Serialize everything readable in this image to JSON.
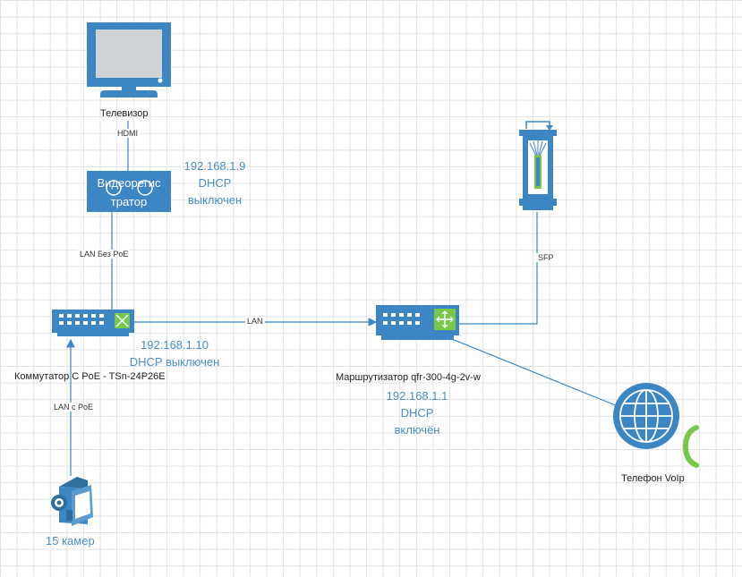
{
  "nodes": {
    "tv": {
      "label": "Телевизор"
    },
    "dvr": {
      "text": [
        "Видеорегис",
        "тратор"
      ],
      "info": [
        "192.168.1.9",
        "DHCP",
        "выключен"
      ]
    },
    "switch": {
      "label": "Коммутатор С PoE -  TSn-24P26E",
      "info": [
        "192.168.1.10",
        "DHCP выключен"
      ]
    },
    "router": {
      "label": "Маршрутизатор qfr-300-4g-2v-w",
      "info": [
        "192.168.1.1",
        "DHCP",
        "включён"
      ]
    },
    "cameras": {
      "label": "15 камер"
    },
    "voip": {
      "label": "Телефон VoIp"
    }
  },
  "links": {
    "hdmi": "HDMI",
    "lan_no_poe": "LAN Без PoE",
    "lan": "LAN",
    "sfp": "SFP",
    "lan_poe": "LAN с PoE"
  },
  "colors": {
    "device": "#3c86c4",
    "accent": "#77c84a",
    "label_blue": "#4a8fc4"
  }
}
